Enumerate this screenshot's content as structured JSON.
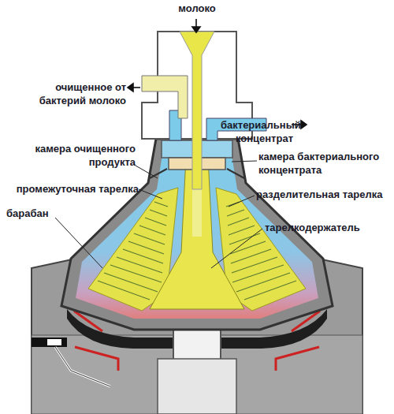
{
  "diagram": {
    "labels": [
      "молоко",
      "очищенное от бактерий молоко",
      "бактериальный концентрат",
      "камера очищенного продукта",
      "камера бактериального концентрата",
      "промежуточная тарелка",
      "разделительная тарелка",
      "барабан",
      "тарелкодержатель"
    ]
  }
}
